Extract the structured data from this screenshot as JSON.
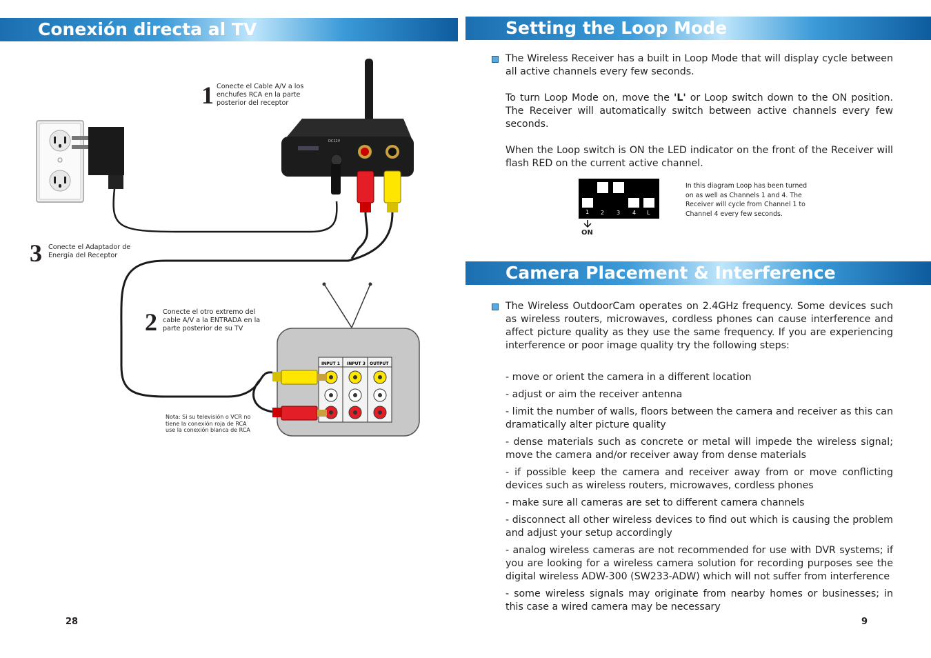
{
  "left": {
    "title": "Conexión directa al TV",
    "step1_num": "1",
    "step1_text": "Conecte el Cable A/V a los enchufes RCA en la parte posterior del receptor",
    "step3_num": "3",
    "step3_text": "Conecte el Adaptador de Energía del Receptor",
    "step2_num": "2",
    "step2_text": "Conecte el otro extremo del cable A/V a la ENTRADA en la parte posterior de su TV",
    "note": "Nota: Si su televisión o VCR no tiene la conexión roja de RCA use la conexión blanca de RCA",
    "receiver_label": "DC12V",
    "tv_labels": [
      "INPUT 1",
      "INPUT 3",
      "OUTPUT"
    ],
    "page_number": "28"
  },
  "right": {
    "loop_title": "Setting the Loop Mode",
    "loop_p1": "The Wireless Receiver has a built in Loop Mode that will display cycle between all active channels every few seconds.",
    "loop_p2_before": "To turn Loop Mode on, move the ",
    "loop_p2_bold": "'L'",
    "loop_p2_after": " or Loop switch down to the ON position.  The Receiver will automatically switch between active channels every few seconds.",
    "loop_p3": "When the Loop switch is ON the LED indicator on the front of the Receiver will flash RED on the current active channel.",
    "switch_labels": [
      "1",
      "2",
      "3",
      "4",
      "L"
    ],
    "switch_on_label": "ON",
    "switch_caption": "In this diagram Loop has been turned on as well as Channels 1 and 4.  The Receiver will cycle from Channel 1 to Channel 4 every few seconds.",
    "camera_title": "Camera Placement & Interference",
    "camera_intro": "The Wireless OutdoorCam operates on 2.4GHz frequency.  Some devices such as wireless routers, microwaves, cordless phones can cause interference and affect picture quality as they use the same frequency.  If you are experiencing interference or poor image quality try the following steps:",
    "steps": [
      "- move or orient the camera in a different location",
      "- adjust or aim the receiver antenna",
      "- limit the number of walls, floors between the camera and receiver as this can dramatically alter picture quality",
      "- dense materials such as concrete or metal will impede the wireless signal; move the camera and/or receiver away from dense materials",
      "- if possible keep the camera and receiver away from or move conflicting devices such as wireless routers, microwaves, cordless phones",
      "- make sure all cameras are set to different camera channels",
      "- disconnect all other wireless devices to find out which is causing the problem and adjust your setup accordingly",
      "- analog wireless cameras are not recommended for use with DVR systems; if you are looking for a wireless camera solution for recording purposes see the digital wireless ADW-300 (SW233-ADW) which will not suffer from interference",
      "- some wireless signals may originate from nearby homes or businesses; in this case a wired camera may be necessary"
    ],
    "page_number": "9"
  },
  "colors": {
    "banner_blue": "#1b6fb0",
    "banner_light": "#bfe6fb",
    "rca_red": "#e41e26",
    "rca_yellow": "#ffe600",
    "tv_gray": "#c8c8c8"
  }
}
